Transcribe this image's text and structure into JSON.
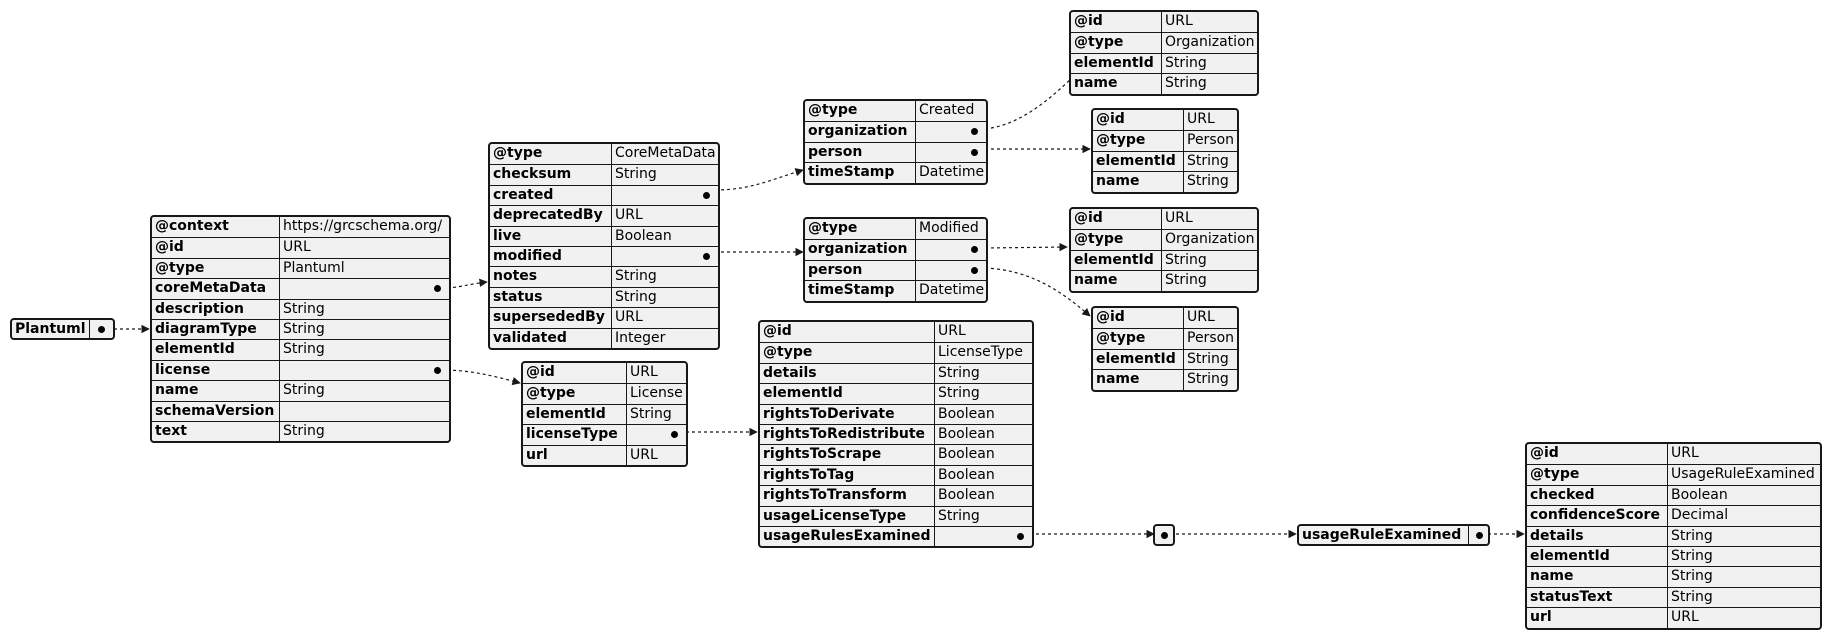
{
  "root": {
    "label": "Plantuml"
  },
  "plantuml": [
    {
      "key": "@context",
      "value": "https://grcschema.org/"
    },
    {
      "key": "@id",
      "value": "URL"
    },
    {
      "key": "@type",
      "value": "Plantuml"
    },
    {
      "key": "coreMetaData",
      "value": ""
    },
    {
      "key": "description",
      "value": "String"
    },
    {
      "key": "diagramType",
      "value": "String"
    },
    {
      "key": "elementId",
      "value": "String"
    },
    {
      "key": "license",
      "value": ""
    },
    {
      "key": "name",
      "value": "String"
    },
    {
      "key": "schemaVersion",
      "value": ""
    },
    {
      "key": "text",
      "value": "String"
    }
  ],
  "coreMetaData": [
    {
      "key": "@type",
      "value": "CoreMetaData"
    },
    {
      "key": "checksum",
      "value": "String"
    },
    {
      "key": "created",
      "value": ""
    },
    {
      "key": "deprecatedBy",
      "value": "URL"
    },
    {
      "key": "live",
      "value": "Boolean"
    },
    {
      "key": "modified",
      "value": ""
    },
    {
      "key": "notes",
      "value": "String"
    },
    {
      "key": "status",
      "value": "String"
    },
    {
      "key": "supersededBy",
      "value": "URL"
    },
    {
      "key": "validated",
      "value": "Integer"
    }
  ],
  "created": [
    {
      "key": "@type",
      "value": "Created"
    },
    {
      "key": "organization",
      "value": ""
    },
    {
      "key": "person",
      "value": ""
    },
    {
      "key": "timeStamp",
      "value": "Datetime"
    }
  ],
  "createdOrganization": [
    {
      "key": "@id",
      "value": "URL"
    },
    {
      "key": "@type",
      "value": "Organization"
    },
    {
      "key": "elementId",
      "value": "String"
    },
    {
      "key": "name",
      "value": "String"
    }
  ],
  "createdPerson": [
    {
      "key": "@id",
      "value": "URL"
    },
    {
      "key": "@type",
      "value": "Person"
    },
    {
      "key": "elementId",
      "value": "String"
    },
    {
      "key": "name",
      "value": "String"
    }
  ],
  "modified": [
    {
      "key": "@type",
      "value": "Modified"
    },
    {
      "key": "organization",
      "value": ""
    },
    {
      "key": "person",
      "value": ""
    },
    {
      "key": "timeStamp",
      "value": "Datetime"
    }
  ],
  "modifiedOrganization": [
    {
      "key": "@id",
      "value": "URL"
    },
    {
      "key": "@type",
      "value": "Organization"
    },
    {
      "key": "elementId",
      "value": "String"
    },
    {
      "key": "name",
      "value": "String"
    }
  ],
  "modifiedPerson": [
    {
      "key": "@id",
      "value": "URL"
    },
    {
      "key": "@type",
      "value": "Person"
    },
    {
      "key": "elementId",
      "value": "String"
    },
    {
      "key": "name",
      "value": "String"
    }
  ],
  "license": [
    {
      "key": "@id",
      "value": "URL"
    },
    {
      "key": "@type",
      "value": "License"
    },
    {
      "key": "elementId",
      "value": "String"
    },
    {
      "key": "licenseType",
      "value": ""
    },
    {
      "key": "url",
      "value": "URL"
    }
  ],
  "licenseType": [
    {
      "key": "@id",
      "value": "URL"
    },
    {
      "key": "@type",
      "value": "LicenseType"
    },
    {
      "key": "details",
      "value": "String"
    },
    {
      "key": "elementId",
      "value": "String"
    },
    {
      "key": "rightsToDerivate",
      "value": "Boolean"
    },
    {
      "key": "rightsToRedistribute",
      "value": "Boolean"
    },
    {
      "key": "rightsToScrape",
      "value": "Boolean"
    },
    {
      "key": "rightsToTag",
      "value": "Boolean"
    },
    {
      "key": "rightsToTransform",
      "value": "Boolean"
    },
    {
      "key": "usageLicenseType",
      "value": "String"
    },
    {
      "key": "usageRulesExamined",
      "value": ""
    }
  ],
  "arrayNode": {
    "label": ""
  },
  "usageRuleExaminedNode": {
    "label": "usageRuleExamined"
  },
  "usageRuleExamined": [
    {
      "key": "@id",
      "value": "URL"
    },
    {
      "key": "@type",
      "value": "UsageRuleExamined"
    },
    {
      "key": "checked",
      "value": "Boolean"
    },
    {
      "key": "confidenceScore",
      "value": "Decimal"
    },
    {
      "key": "details",
      "value": "String"
    },
    {
      "key": "elementId",
      "value": "String"
    },
    {
      "key": "name",
      "value": "String"
    },
    {
      "key": "statusText",
      "value": "String"
    },
    {
      "key": "url",
      "value": "URL"
    }
  ],
  "colors": {
    "fill": "#f1f1f1",
    "stroke": "#181818"
  }
}
